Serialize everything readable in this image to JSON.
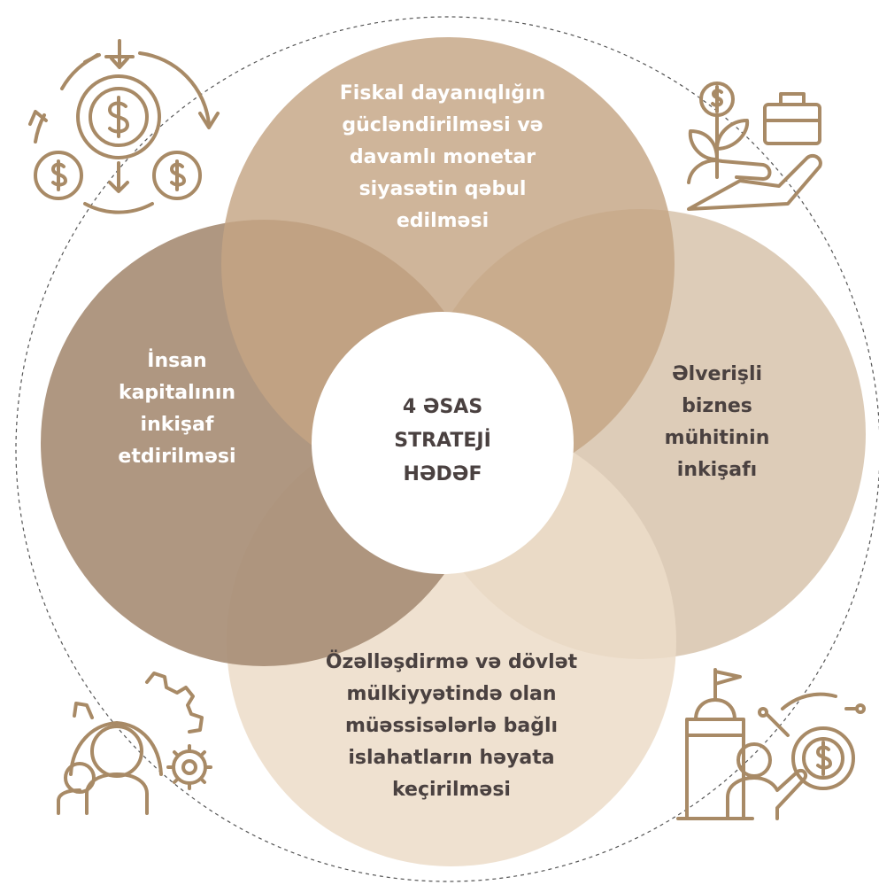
{
  "diagram": {
    "center": [
      "4 ƏSAS",
      "STRATEJİ",
      "HƏDƏF"
    ],
    "top": [
      "Fiskal dayanıqlığın",
      "gücləndirilməsi və",
      "davamlı monetar",
      "siyasətin qəbul",
      "edilməsi"
    ],
    "left": [
      "İnsan",
      "kapitalının",
      "inkişaf",
      "etdirilməsi"
    ],
    "right": [
      "Əlverişli",
      "biznes",
      "mühitinin",
      "inkişafı"
    ],
    "bottom": [
      "Özəlləşdirmə və dövlət",
      "mülkiyyətində olan",
      "müəssisələrlə bağlı",
      "islahatların həyata",
      "keçirilməsi"
    ]
  },
  "icons": [
    "money-cycle-icon",
    "investment-growth-icon",
    "human-capital-gears-icon",
    "business-state-icon"
  ],
  "colors": {
    "top": "#c8ab8b",
    "left": "#a88e76",
    "right": "#d7c3ac",
    "bottom": "#ecdcc8",
    "icon": "#a88a66",
    "text_dark": "#4a4140",
    "dash": "#555555"
  }
}
